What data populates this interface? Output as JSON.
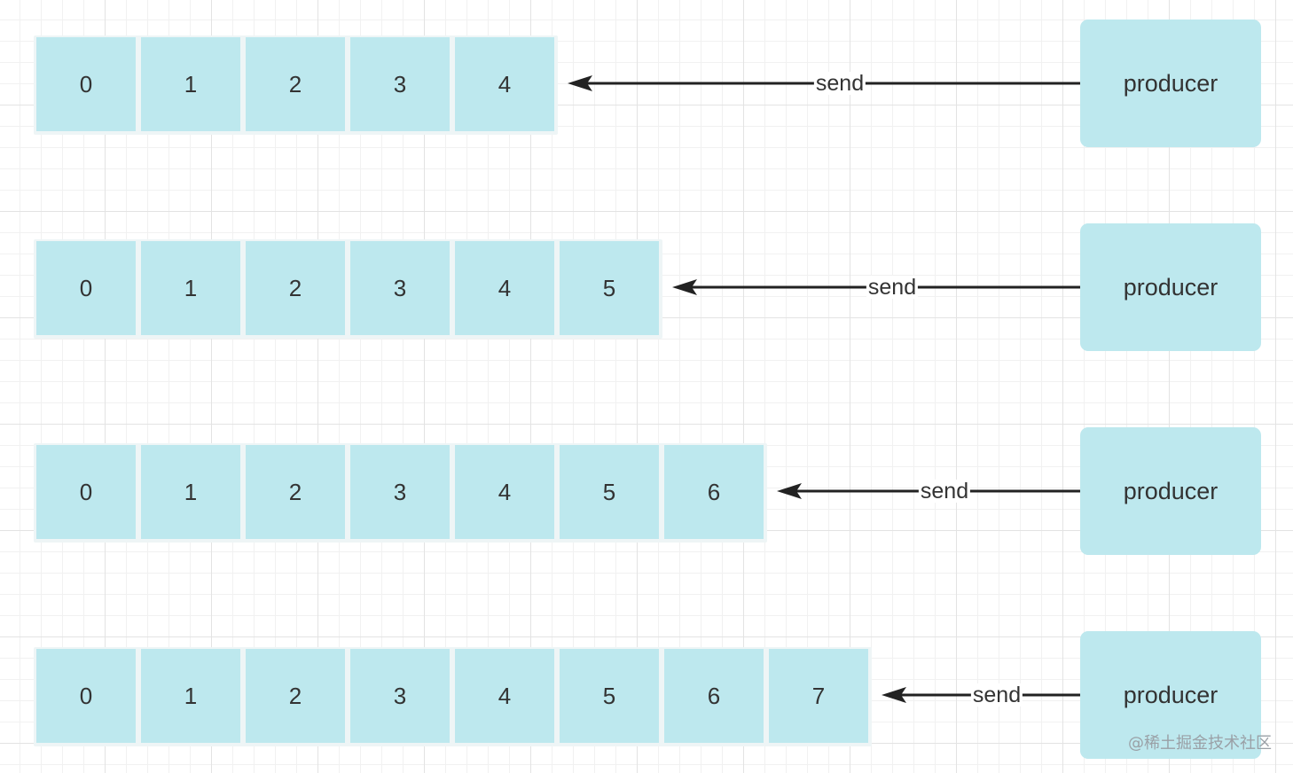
{
  "rows": [
    {
      "cells": [
        "0",
        "1",
        "2",
        "3",
        "4"
      ],
      "arrow_label": "send",
      "producer_label": "producer"
    },
    {
      "cells": [
        "0",
        "1",
        "2",
        "3",
        "4",
        "5"
      ],
      "arrow_label": "send",
      "producer_label": "producer"
    },
    {
      "cells": [
        "0",
        "1",
        "2",
        "3",
        "4",
        "5",
        "6"
      ],
      "arrow_label": "send",
      "producer_label": "producer"
    },
    {
      "cells": [
        "0",
        "1",
        "2",
        "3",
        "4",
        "5",
        "6",
        "7"
      ],
      "arrow_label": "send",
      "producer_label": "producer"
    }
  ],
  "colors": {
    "node_fill": "#bde8ee",
    "arrow": "#222222",
    "text": "#333333"
  },
  "watermark": "@稀土掘金技术社区"
}
